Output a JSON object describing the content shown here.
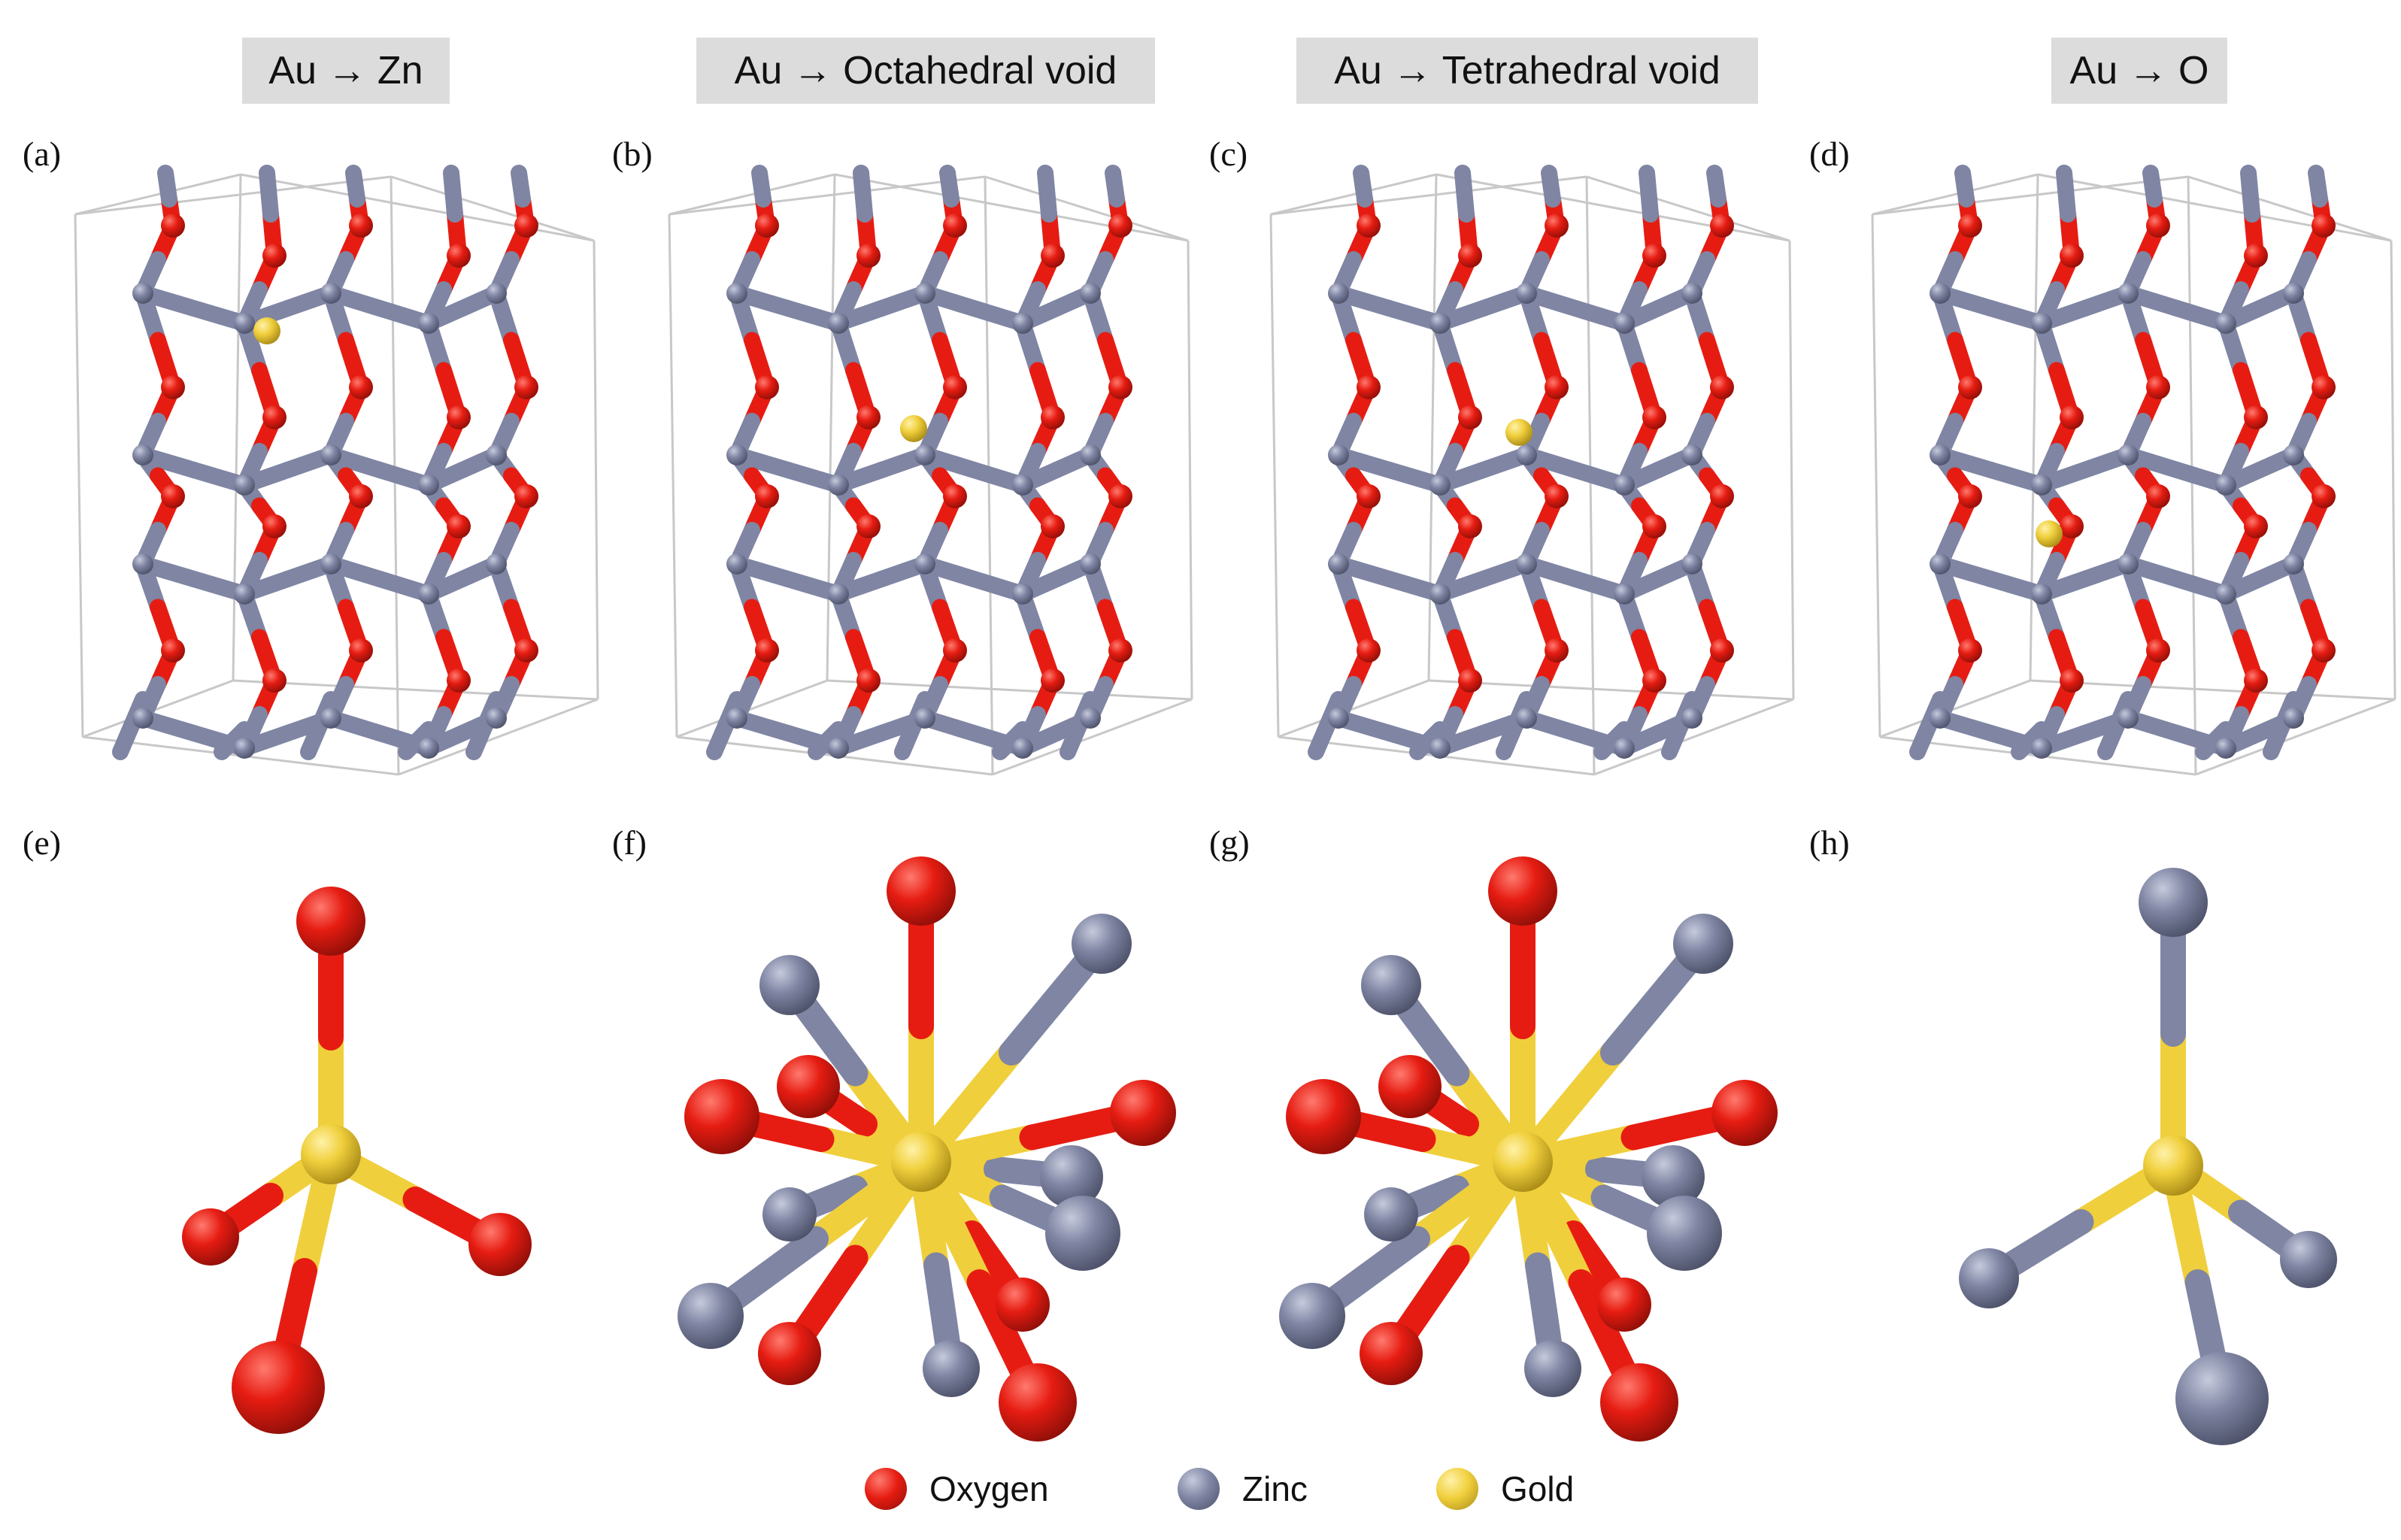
{
  "columns": [
    {
      "title": "Au → Zn",
      "top_label": "(a)",
      "bottom_label": "(e)"
    },
    {
      "title": "Au → Octahedral void",
      "top_label": "(b)",
      "bottom_label": "(f)"
    },
    {
      "title": "Au → Tetrahedral void",
      "top_label": "(c)",
      "bottom_label": "(g)"
    },
    {
      "title": "Au → O",
      "top_label": "(d)",
      "bottom_label": "(h)"
    }
  ],
  "legend": [
    {
      "label": "Oxygen",
      "element": "O"
    },
    {
      "label": "Zinc",
      "element": "Zn"
    },
    {
      "label": "Gold",
      "element": "Au"
    }
  ],
  "colors": {
    "O": "#e61c12",
    "Zn": "#7f85a3",
    "Au": "#f0cf3c",
    "cell": "#c8c8c8",
    "title_bg": "#dcdcdc"
  }
}
